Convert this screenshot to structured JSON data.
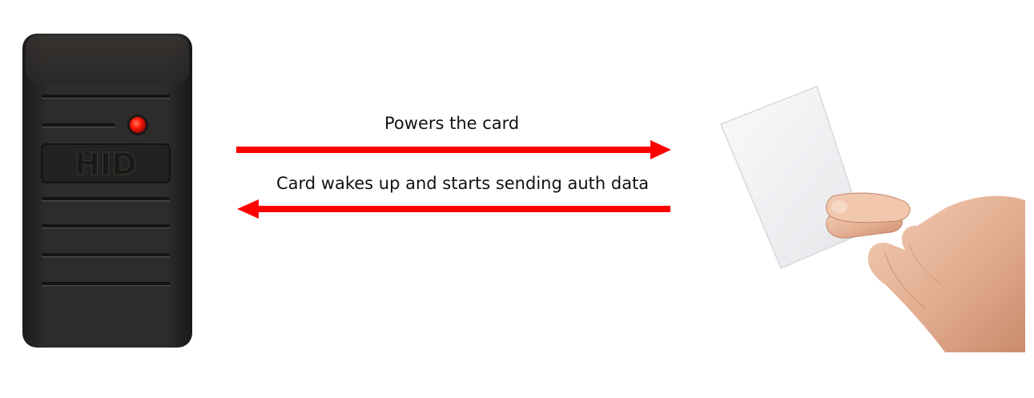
{
  "reader": {
    "brand": "HID",
    "led_color": "#ff1a0a",
    "body_color": "#2b2927"
  },
  "arrows": {
    "color": "#ff0000",
    "forward_label": "Powers the card",
    "backward_label": "Card wakes up and starts sending auth data"
  },
  "card": {
    "color": "#f4f4f6"
  },
  "icons": {
    "reader": "rfid-reader-icon",
    "hand": "hand-holding-card-icon"
  }
}
